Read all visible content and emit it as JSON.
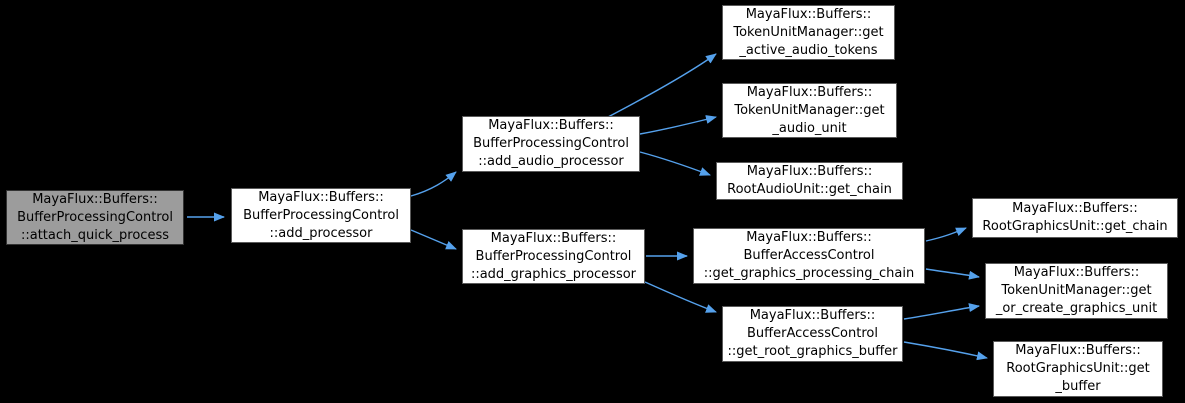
{
  "diagram": {
    "type": "doxygen-call-graph",
    "colors": {
      "background": "#000000",
      "arrow": "#55a1ec",
      "node_fill": "#ffffff",
      "node_border": "#5a5a5a",
      "highlight_fill": "#9c9c9c",
      "highlight_border": "#333333",
      "text": "#000000"
    },
    "nodes": [
      {
        "id": "attach_quick_process",
        "label": "MayaFlux::Buffers::\nBufferProcessingControl\n::attach_quick_process",
        "highlighted": true
      },
      {
        "id": "add_processor",
        "label": "MayaFlux::Buffers::\nBufferProcessingControl\n::add_processor",
        "highlighted": false
      },
      {
        "id": "add_audio_processor",
        "label": "MayaFlux::Buffers::\nBufferProcessingControl\n::add_audio_processor",
        "highlighted": false
      },
      {
        "id": "get_active_audio_tokens",
        "label": "MayaFlux::Buffers::\nTokenUnitManager::get\n_active_audio_tokens",
        "highlighted": false
      },
      {
        "id": "get_audio_unit",
        "label": "MayaFlux::Buffers::\nTokenUnitManager::get\n_audio_unit",
        "highlighted": false
      },
      {
        "id": "root_audio_get_chain",
        "label": "MayaFlux::Buffers::\nRootAudioUnit::get_chain",
        "highlighted": false
      },
      {
        "id": "add_graphics_processor",
        "label": "MayaFlux::Buffers::\nBufferProcessingControl\n::add_graphics_processor",
        "highlighted": false
      },
      {
        "id": "get_graphics_processing_chain",
        "label": "MayaFlux::Buffers::\nBufferAccessControl\n::get_graphics_processing_chain",
        "highlighted": false
      },
      {
        "id": "root_graphics_get_chain",
        "label": "MayaFlux::Buffers::\nRootGraphicsUnit::get_chain",
        "highlighted": false
      },
      {
        "id": "get_or_create_graphics_unit",
        "label": "MayaFlux::Buffers::\nTokenUnitManager::get\n_or_create_graphics_unit",
        "highlighted": false
      },
      {
        "id": "get_root_graphics_buffer",
        "label": "MayaFlux::Buffers::\nBufferAccessControl\n::get_root_graphics_buffer",
        "highlighted": false
      },
      {
        "id": "root_graphics_get_buffer",
        "label": "MayaFlux::Buffers::\nRootGraphicsUnit::get\n_buffer",
        "highlighted": false
      }
    ],
    "edges": [
      {
        "from": "attach_quick_process",
        "to": "add_processor"
      },
      {
        "from": "add_processor",
        "to": "add_audio_processor"
      },
      {
        "from": "add_processor",
        "to": "add_graphics_processor"
      },
      {
        "from": "add_audio_processor",
        "to": "get_active_audio_tokens"
      },
      {
        "from": "add_audio_processor",
        "to": "get_audio_unit"
      },
      {
        "from": "add_audio_processor",
        "to": "root_audio_get_chain"
      },
      {
        "from": "add_graphics_processor",
        "to": "get_graphics_processing_chain"
      },
      {
        "from": "add_graphics_processor",
        "to": "get_root_graphics_buffer"
      },
      {
        "from": "get_graphics_processing_chain",
        "to": "root_graphics_get_chain"
      },
      {
        "from": "get_graphics_processing_chain",
        "to": "get_or_create_graphics_unit"
      },
      {
        "from": "get_root_graphics_buffer",
        "to": "get_or_create_graphics_unit"
      },
      {
        "from": "get_root_graphics_buffer",
        "to": "root_graphics_get_buffer"
      }
    ]
  }
}
